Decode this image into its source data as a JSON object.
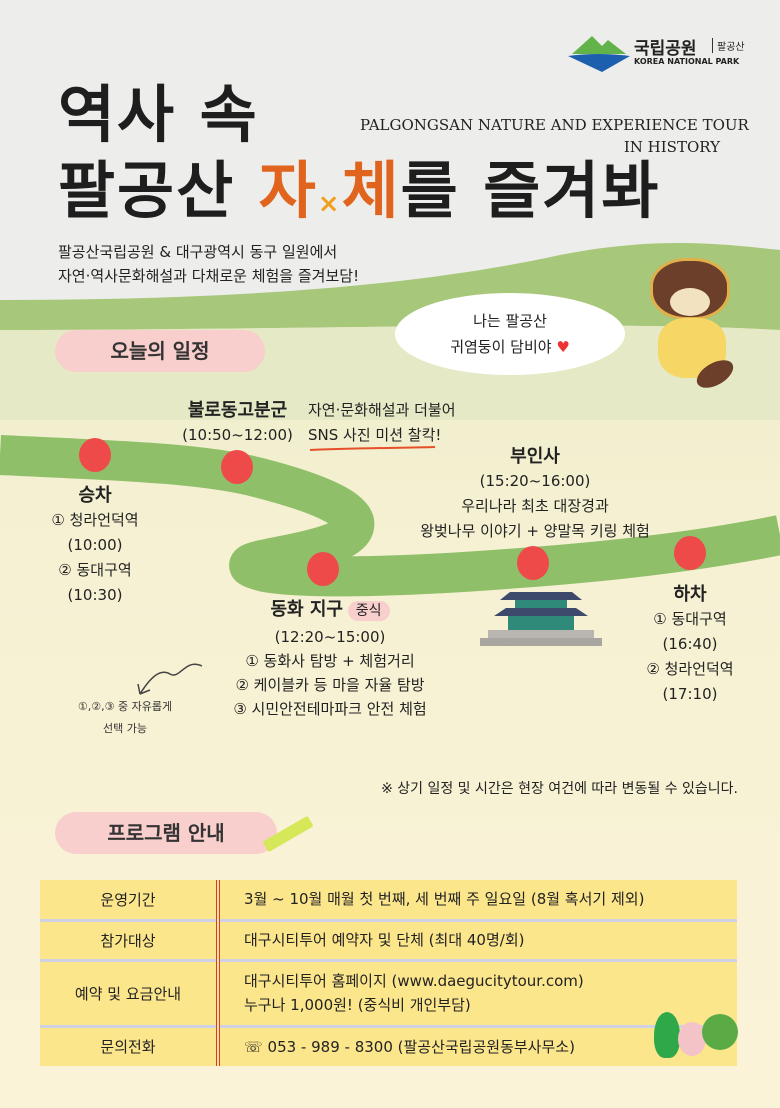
{
  "logo": {
    "name": "국립공원",
    "park": "팔공산",
    "english": "KOREA NATIONAL PARK"
  },
  "title": {
    "line1": "역사 속",
    "line2_a": "팔공산",
    "line2_b": "자",
    "line2_x": "×",
    "line2_c": "체",
    "line2_d": "를 즐겨봐"
  },
  "subtitle_en": {
    "line1": "PALGONGSAN NATURE AND EXPERIENCE TOUR",
    "line2": "IN HISTORY"
  },
  "intro": {
    "line1": "팔공산국립공원 & 대구광역시 동구 일원에서",
    "line2": "자연·역사문화해설과 다채로운 체험을 즐겨보담!"
  },
  "speech": {
    "line1": "나는 팔공산",
    "line2": "귀염둥이 담비야"
  },
  "schedule_heading": "오늘의 일정",
  "stops": {
    "boarding": {
      "title": "승차",
      "l1": "① 청라언덕역",
      "l2": "(10:00)",
      "l3": "② 동대구역",
      "l4": "(10:30)"
    },
    "bullo": {
      "title": "불로동고분군",
      "time": "(10:50~12:00)",
      "d1": "자연·문화해설과 더불어",
      "d2": "SNS 사진 미션 찰칵!"
    },
    "buin": {
      "title": "부인사",
      "time": "(15:20~16:00)",
      "d1": "우리나라 최초 대장경과",
      "d2": "왕벚나무 이야기 + 양말목 키링 체험"
    },
    "donghwa": {
      "title": "동화 지구",
      "badge": "중식",
      "time": "(12:20~15:00)",
      "d1": "① 동화사 탐방 + 체험거리",
      "d2": "② 케이블카 등 마을 자율 탐방",
      "d3": "③ 시민안전테마파크 안전 체험"
    },
    "alighting": {
      "title": "하차",
      "l1": "① 동대구역",
      "l2": "(16:40)",
      "l3": "② 청라언덕역",
      "l4": "(17:10)"
    }
  },
  "choice_note": {
    "l1": "①,②,③ 중 자유롭게",
    "l2": "선택 가능"
  },
  "notice": "※ 상기 일정 및 시간은 현장 여건에 따라 변동될 수 있습니다.",
  "program_heading": "프로그램 안내",
  "program": [
    {
      "label": "운영기간",
      "value": "3월 ~ 10월 매월 첫 번째, 세 번째 주 일요일 (8월 혹서기 제외)"
    },
    {
      "label": "참가대상",
      "value": "대구시티투어 예약자 및 단체 (최대 40명/회)"
    },
    {
      "label": "예약 및 요금안내",
      "value": "대구시티투어 홈페이지 (www.daegucitytour.com)",
      "value2": "누구나 1,000원! (중식비 개인부담)"
    },
    {
      "label": "문의전화",
      "value": "053 - 989 - 8300 (팔공산국립공원동부사무소)"
    }
  ],
  "colors": {
    "accent": "#e0641e",
    "road": "#8fbf68",
    "stop": "#ef4a4a",
    "pill": "#f8cfcc",
    "table": "#fce68c"
  }
}
